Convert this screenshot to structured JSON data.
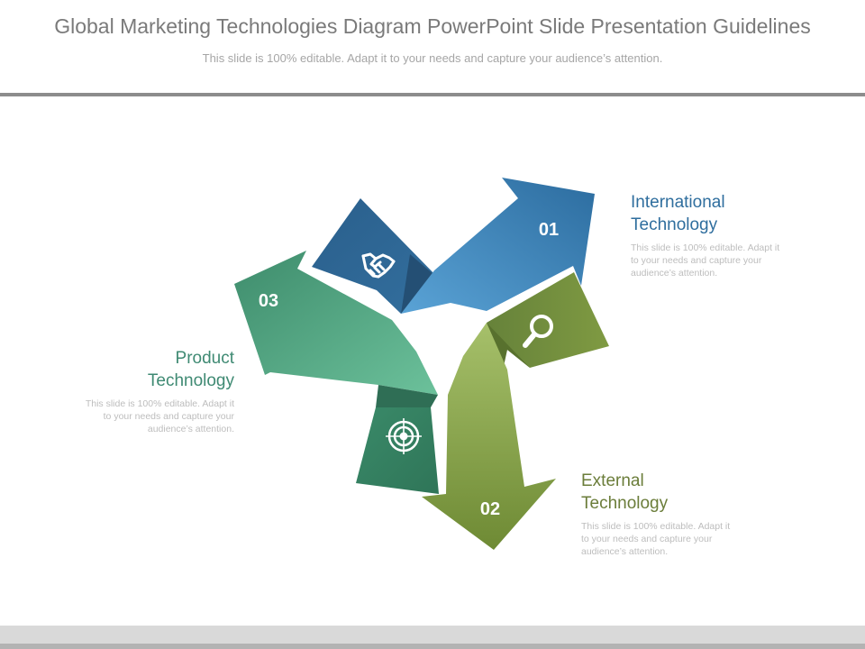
{
  "title": "Global Marketing Technologies Diagram PowerPoint Slide Presentation Guidelines",
  "subtitle": "This slide is 100% editable. Adapt it to your needs and capture your audience’s attention.",
  "colors": {
    "blue": "#3a86bd",
    "green": "#7f9b3c",
    "teal": "#3f9874",
    "title_text": "#7a7a7a",
    "desc_text": "#bdbdbd"
  },
  "steps": [
    {
      "number": "01",
      "title_line1": "International",
      "title_line2": "Technology",
      "desc_line1": "This slide is 100% editable. Adapt it",
      "desc_line2": "to your needs and capture your",
      "desc_line3": "audience’s attention.",
      "icon": "handshake-icon",
      "color": "#2f6e9e"
    },
    {
      "number": "02",
      "title_line1": "External",
      "title_line2": "Technology",
      "desc_line1": "This slide is 100% editable. Adapt it",
      "desc_line2": "to your needs and capture your",
      "desc_line3": "audience’s attention.",
      "icon": "magnifier-icon",
      "color": "#6b7d3a"
    },
    {
      "number": "03",
      "title_line1": "Product",
      "title_line2": "Technology",
      "desc_line1": "This slide is 100% editable. Adapt it",
      "desc_line2": "to your needs and capture your",
      "desc_line3": "audience’s attention.",
      "icon": "target-icon",
      "color": "#3f8a73"
    }
  ]
}
